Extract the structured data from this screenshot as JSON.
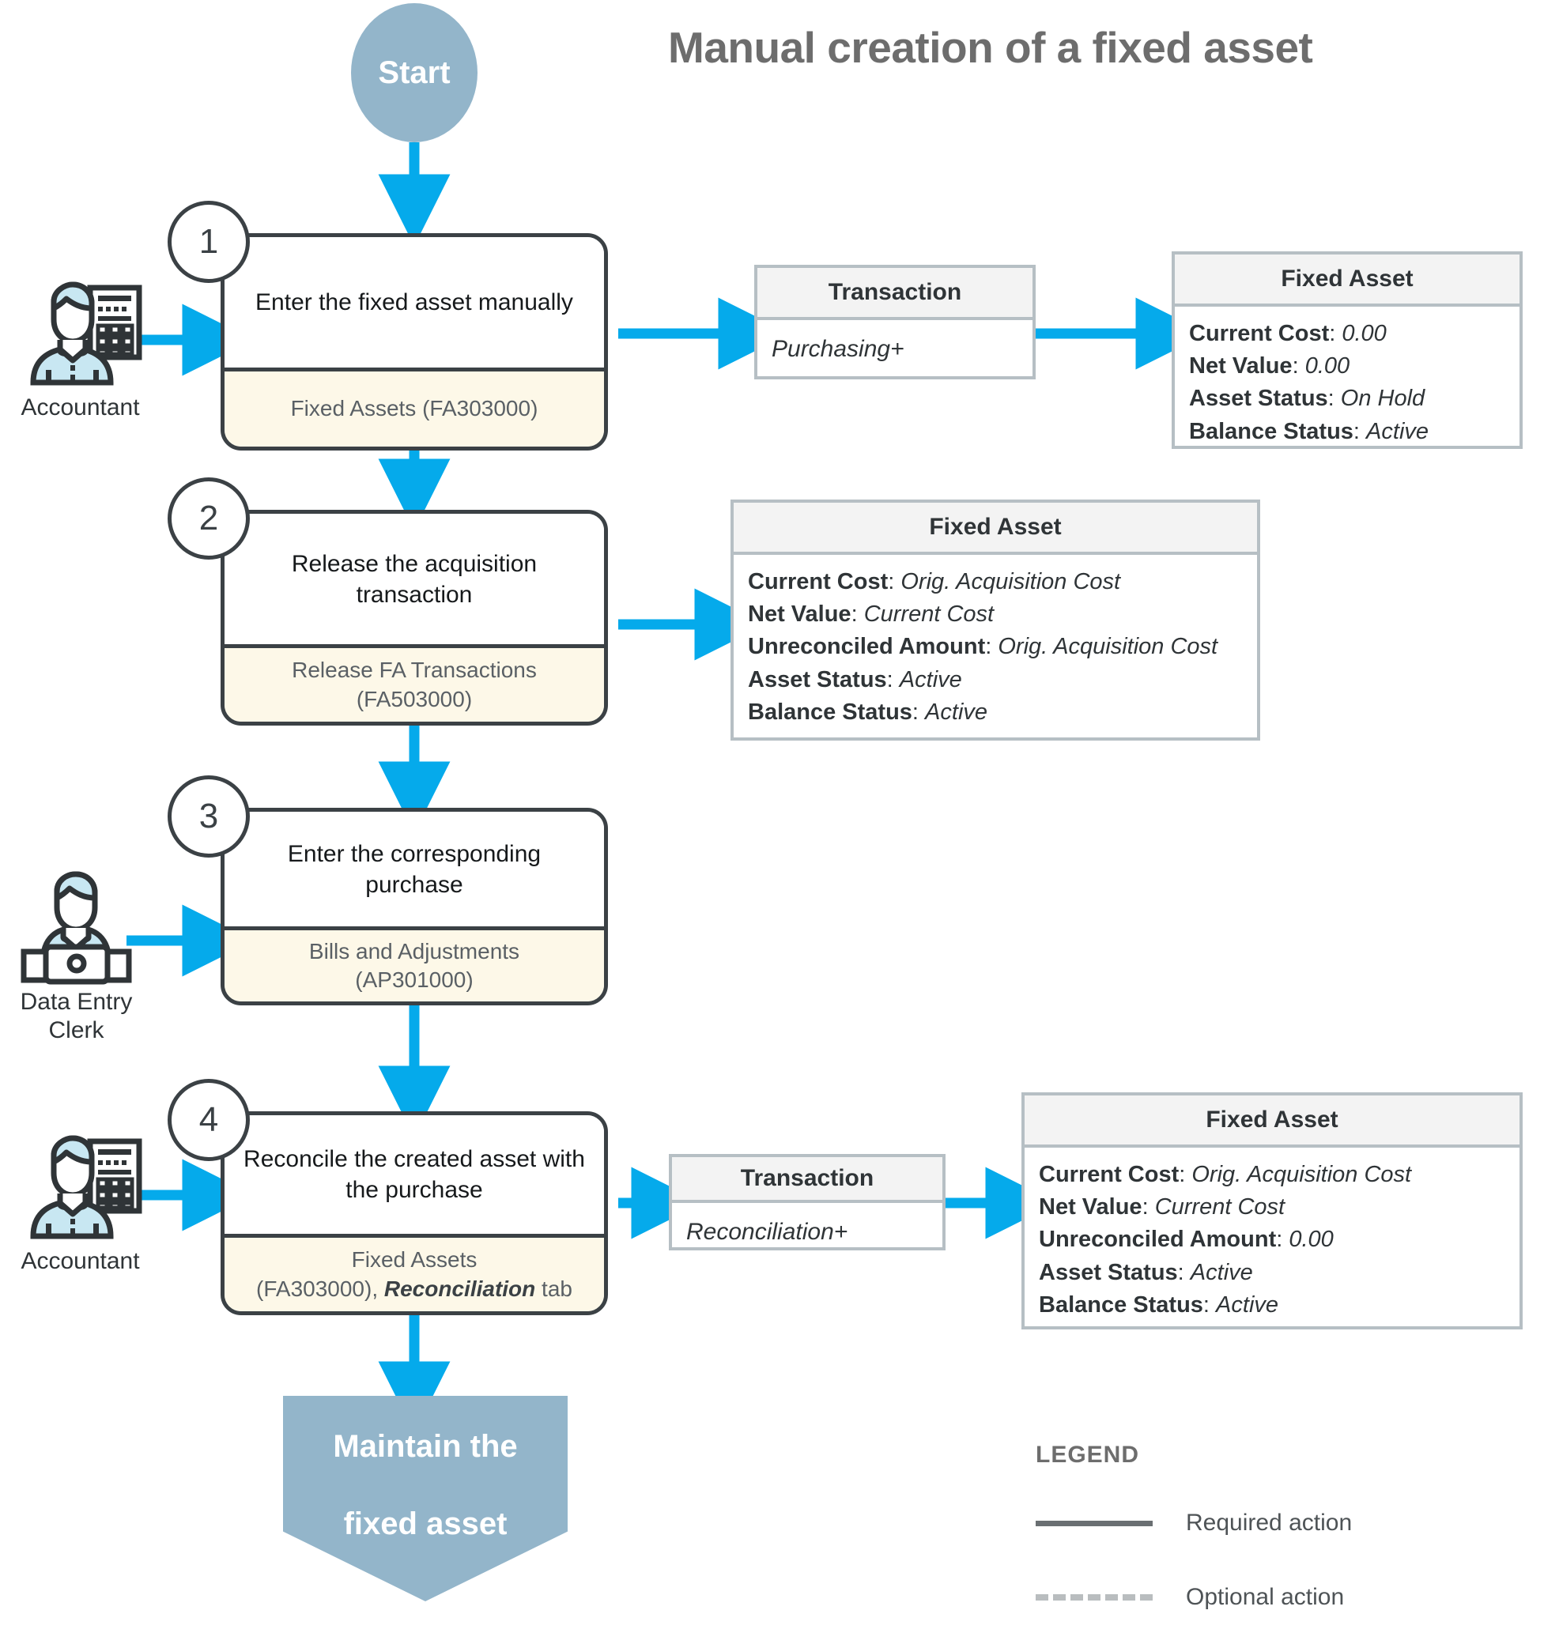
{
  "title": "Manual creation of a fixed asset",
  "start": {
    "label": "Start"
  },
  "end": {
    "label_line1": "Maintain the",
    "label_line2": "fixed asset"
  },
  "steps": [
    {
      "number": "1",
      "action": "Enter the fixed asset manually",
      "screen_line1": "Fixed Assets (FA303000)",
      "screen_line2": ""
    },
    {
      "number": "2",
      "action_line1": "Release the acquisition",
      "action_line2": "transaction",
      "screen_line1": "Release FA Transactions",
      "screen_line2": "(FA503000)"
    },
    {
      "number": "3",
      "action_line1": "Enter the corresponding",
      "action_line2": "purchase",
      "screen_line1": "Bills and Adjustments",
      "screen_line2": "(AP301000)"
    },
    {
      "number": "4",
      "action_line1": "Reconcile the created asset with",
      "action_line2": "the purchase",
      "screen_line1": "Fixed Assets",
      "screen_line2_prefix": "(FA303000), ",
      "screen_line2_emphasis": "Reconciliation",
      "screen_line2_suffix": " tab"
    }
  ],
  "actors": [
    {
      "id": "accountant-1",
      "label": "Accountant",
      "icon": "accountant-calculator-icon"
    },
    {
      "id": "data-entry-clerk",
      "label_line1": "Data Entry",
      "label_line2": "Clerk",
      "icon": "clerk-laptop-icon"
    },
    {
      "id": "accountant-2",
      "label": "Accountant",
      "icon": "accountant-calculator-icon"
    }
  ],
  "cards": {
    "transaction_1": {
      "header": "Transaction",
      "value": "Purchasing+"
    },
    "fixed_asset_1": {
      "header": "Fixed Asset",
      "rows": [
        {
          "label": "Current Cost",
          "value": "0.00"
        },
        {
          "label": "Net Value",
          "value": "0.00"
        },
        {
          "label": "Asset Status",
          "value": "On Hold"
        },
        {
          "label": "Balance Status",
          "value": "Active"
        }
      ]
    },
    "fixed_asset_2": {
      "header": "Fixed Asset",
      "rows": [
        {
          "label": "Current Cost",
          "value": "Orig. Acquisition Cost"
        },
        {
          "label": "Net Value",
          "value": "Current Cost"
        },
        {
          "label": "Unreconciled Amount",
          "value": "Orig. Acquisition Cost"
        },
        {
          "label": "Asset Status",
          "value": "Active"
        },
        {
          "label": "Balance Status",
          "value": "Active"
        }
      ]
    },
    "transaction_2": {
      "header": "Transaction",
      "value": "Reconciliation+"
    },
    "fixed_asset_4": {
      "header": "Fixed Asset",
      "rows": [
        {
          "label": "Current Cost",
          "value": "Orig. Acquisition Cost"
        },
        {
          "label": "Net Value",
          "value": "Current Cost"
        },
        {
          "label": "Unreconciled Amount",
          "value": "0.00"
        },
        {
          "label": "Asset Status",
          "value": "Active"
        },
        {
          "label": "Balance Status",
          "value": "Active"
        }
      ]
    }
  },
  "legend": {
    "title": "LEGEND",
    "items": [
      {
        "style": "solid",
        "label": "Required action"
      },
      {
        "style": "dashed",
        "label": "Optional action"
      }
    ]
  },
  "colors": {
    "accent_arrow": "#05aaeb",
    "terminator": "#93b5ca",
    "screen_band": "#fdf8e8",
    "box_border": "#3b4145",
    "card_border": "#b6bfc4",
    "card_header": "#f3f3f3",
    "title_gray": "#6d6d6d"
  }
}
